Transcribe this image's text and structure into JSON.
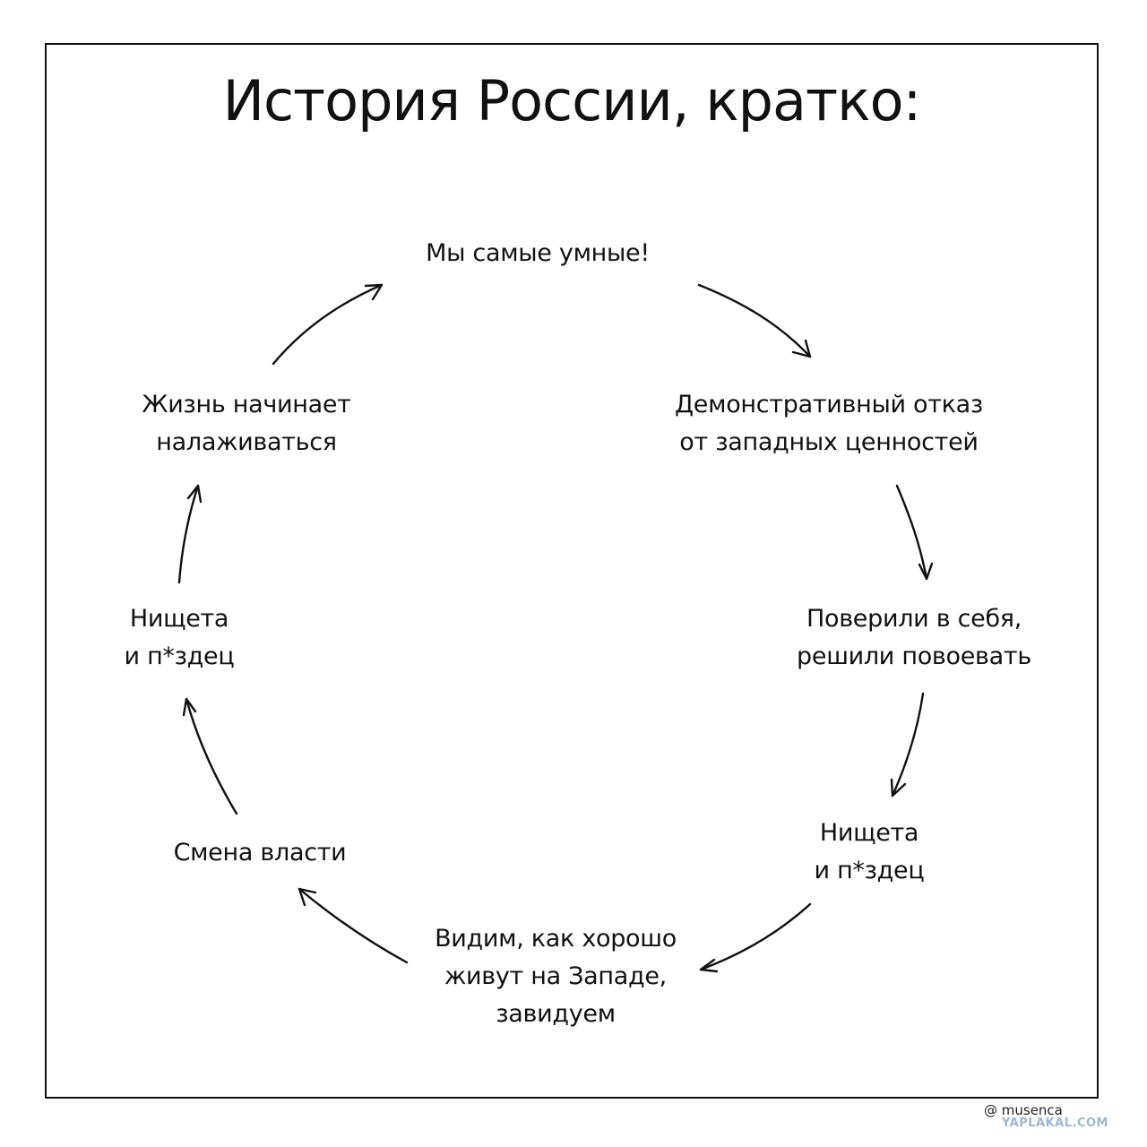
{
  "title": "История России, кратко:",
  "cycle": [
    {
      "id": "n1",
      "text": "Мы самые умные!"
    },
    {
      "id": "n2",
      "text": "Демонстративный отказ\nот западных ценностей"
    },
    {
      "id": "n3",
      "text": "Поверили в себя,\nрешили повоевать"
    },
    {
      "id": "n4",
      "text": "Нищета\nи п*здец"
    },
    {
      "id": "n5",
      "text": "Видим, как хорошо\nживут на Западе,\nзавидуем"
    },
    {
      "id": "n6",
      "text": "Смена власти"
    },
    {
      "id": "n7",
      "text": "Нищета\nи п*здец"
    },
    {
      "id": "n8",
      "text": "Жизнь начинает\nналаживаться"
    }
  ],
  "credit": "@ musenca",
  "watermark": "YAPLAKAL.COM"
}
